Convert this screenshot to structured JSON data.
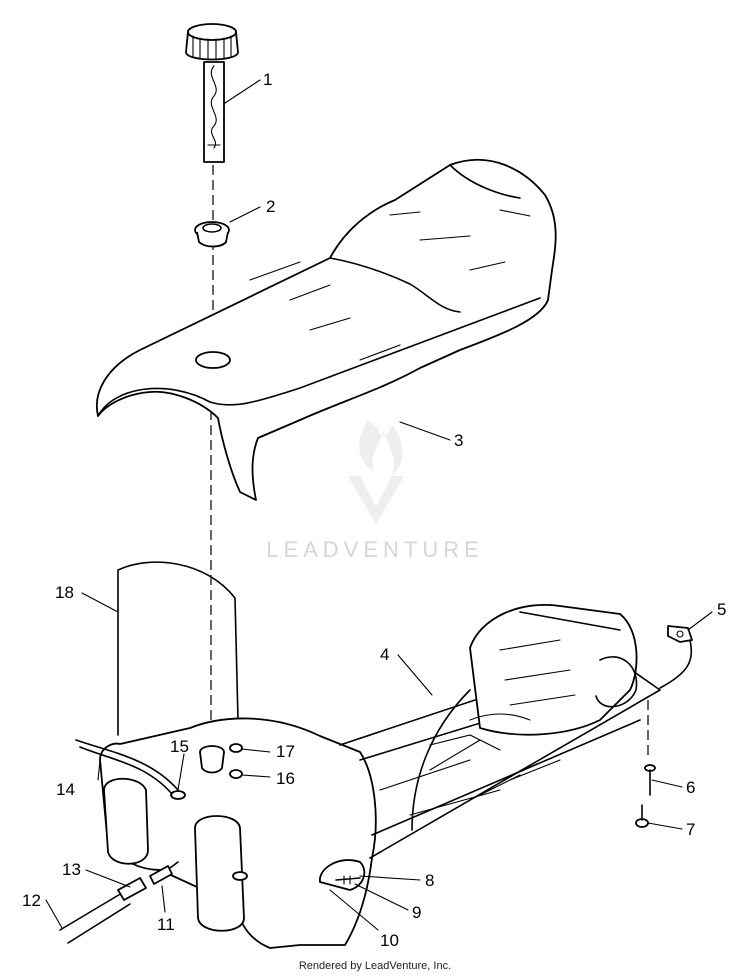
{
  "watermark": "LEADVENTURE",
  "footer": "Rendered by LeadVenture, Inc.",
  "callouts": [
    "1",
    "2",
    "3",
    "4",
    "5",
    "6",
    "7",
    "8",
    "9",
    "10",
    "11",
    "12",
    "13",
    "14",
    "15",
    "16",
    "17",
    "18"
  ]
}
